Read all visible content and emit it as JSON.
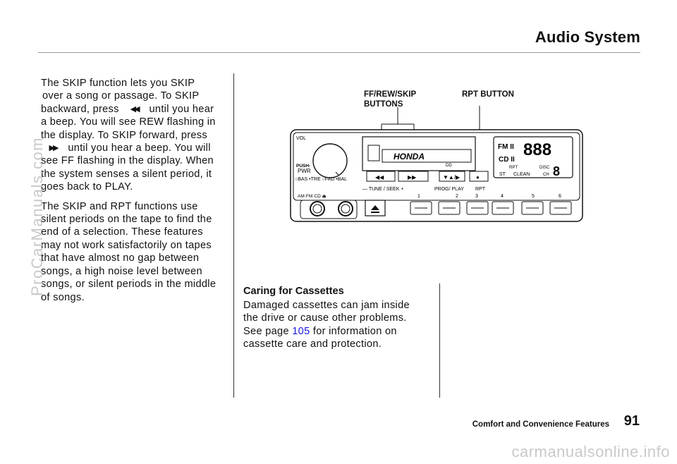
{
  "header": {
    "title": "Audio System"
  },
  "left_column": {
    "skip_p1_a": "The SKIP function lets you SKIP",
    "skip_p1_b": "over a song or passage. To SKIP",
    "skip_p1_c_pre": "backward, press",
    "skip_p1_c_post": "until you hear",
    "skip_p1_d": "a beep. You will see REW flashing in",
    "skip_p1_e": "the display. To SKIP forward, press",
    "skip_p1_f_post": "until you hear a beep. You will",
    "skip_p1_g": "see FF flashing in the display. When",
    "skip_p1_h": "the system senses a silent period, it",
    "skip_p1_i": "goes back to PLAY.",
    "skip_p2_a": "The SKIP and RPT functions use",
    "skip_p2_b": "silent periods on the tape to find the",
    "skip_p2_c": "end of a selection. These features",
    "skip_p2_d": "may not work satisfactorily on tapes",
    "skip_p2_e": "that have almost no gap between",
    "skip_p2_f": "songs, a high noise level between",
    "skip_p2_g": "songs, or silent periods in the middle",
    "skip_p2_h": "of songs.",
    "rew_symbol": "◀◀",
    "ff_symbol": "▶▶"
  },
  "diagram": {
    "callout_ff_1": "FF/REW/SKIP",
    "callout_ff_2": "BUTTONS",
    "callout_rpt": "RPT  BUTTON",
    "vol_label": "VOL",
    "push_label": "PUSH-",
    "pwr_label": "PWR",
    "knob_labels": "○BAS  •TRE  ○FAD  •BAL",
    "brand": "HONDA",
    "tape_logo": "DD",
    "display_band": "FM II",
    "display_cd": "CD II",
    "display_digits": "888",
    "display_disc_label": "DISC",
    "display_disc_digit": "8",
    "display_rpt": "RPT",
    "display_st": "ST",
    "display_clean": "CLEAN",
    "display_ch": "CH",
    "tune_seek_label": "— TUNE / SEEK +",
    "prog_play_label": "PROG/ PLAY",
    "rpt_label": "RPT",
    "amfmcd_label": "AM·FM·CD ⏏",
    "preset_numbers": [
      "1",
      "2",
      "3",
      "4",
      "5",
      "6"
    ],
    "btn_rew": "◀◀",
    "btn_ff": "▶▶",
    "btn_prog": "▼▲/▶",
    "btn_rpt": "●"
  },
  "caring": {
    "title": "Caring for Cassettes",
    "line1": "Damaged cassettes can jam inside",
    "line2": "the drive or cause other problems.",
    "line3_pre": "See page",
    "page_link": "105",
    "line3_post": "for information on",
    "line4": "cassette care and protection."
  },
  "footer": {
    "section_label": "Comfort and Convenience Features",
    "page_number": "91"
  },
  "watermarks": {
    "left": "ProCarManuals.com",
    "bottom": "carmanualsonline.info"
  }
}
